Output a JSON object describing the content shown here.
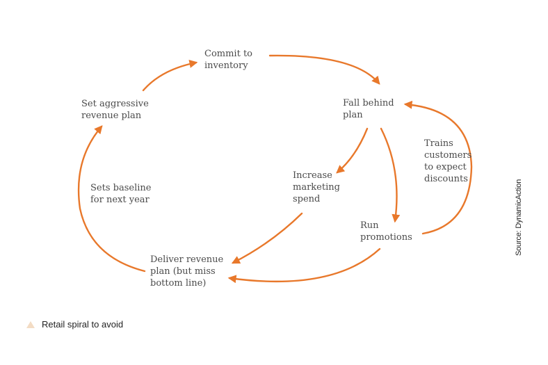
{
  "colors": {
    "arrow": "#e8782b",
    "text": "#4a4a4a",
    "caption_marker": "#f3dcc4"
  },
  "nodes": {
    "commit": "Commit to\ninventory",
    "fall_behind": "Fall behind\nplan",
    "set_aggressive": "Set aggressive\nrevenue plan",
    "trains_customers": "Trains\ncustomers\nto expect\ndiscounts",
    "increase_marketing": "Increase\nmarketing\nspend",
    "sets_baseline": "Sets baseline\nfor next year",
    "run_promotions": "Run\npromotions",
    "deliver_revenue": "Deliver revenue\nplan (but miss\nbottom line)"
  },
  "source": "Source: DynamicAction",
  "caption": {
    "icon": "triangle-icon",
    "text": "Retail spiral to avoid"
  }
}
